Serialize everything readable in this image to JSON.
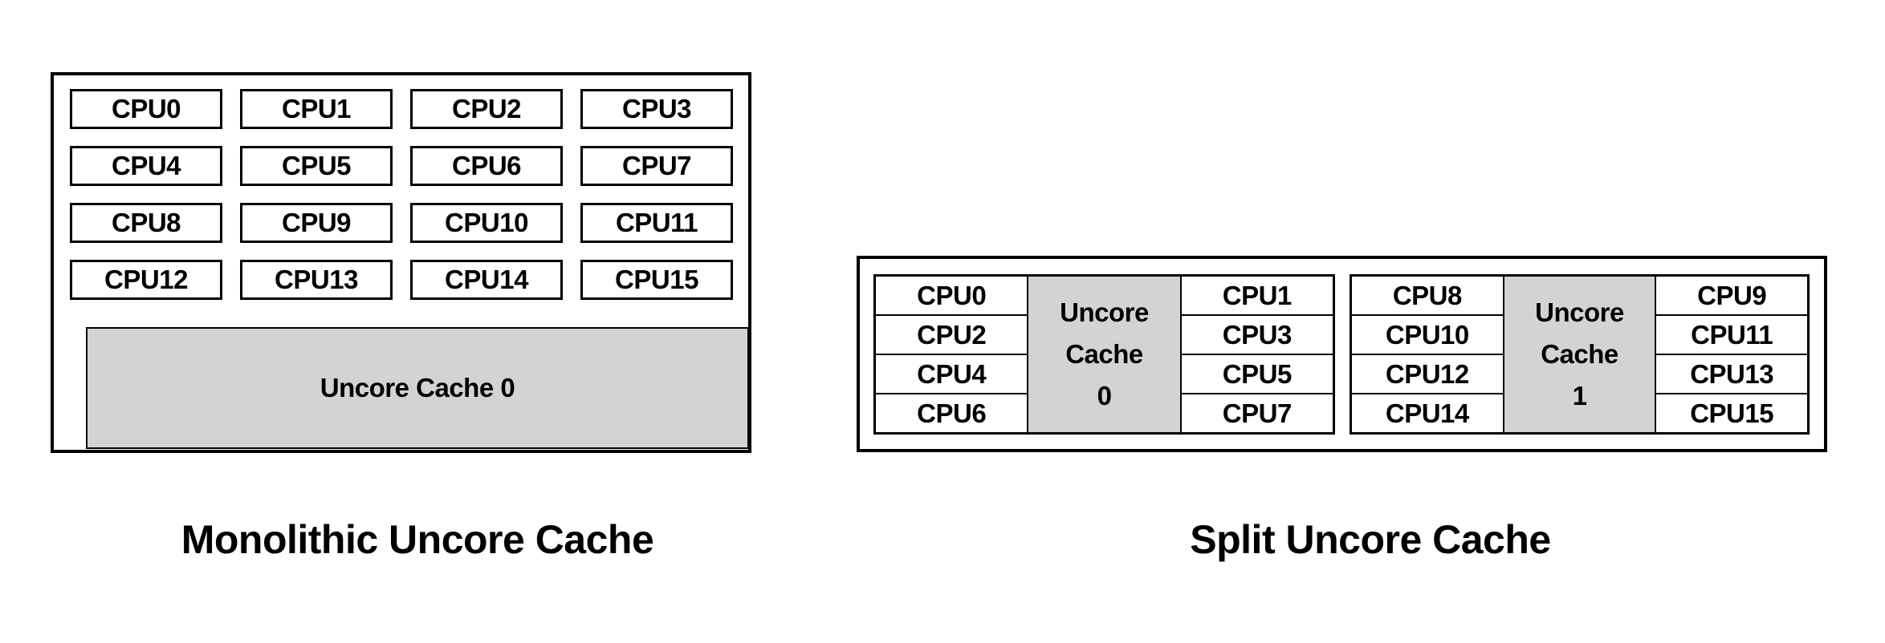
{
  "colors": {
    "background": "#ffffff",
    "line": "#000000",
    "text": "#000000",
    "cache_fill": "#d3d3d3",
    "cpu_fill": "#ffffff"
  },
  "monolithic": {
    "caption": "Monolithic Uncore Cache",
    "cache_label": "Uncore Cache 0",
    "cpus": [
      "CPU0",
      "CPU1",
      "CPU2",
      "CPU3",
      "CPU4",
      "CPU5",
      "CPU6",
      "CPU7",
      "CPU8",
      "CPU9",
      "CPU10",
      "CPU11",
      "CPU12",
      "CPU13",
      "CPU14",
      "CPU15"
    ]
  },
  "split": {
    "caption": "Split Uncore Cache",
    "groups": [
      {
        "left_cpus": [
          "CPU0",
          "CPU2",
          "CPU4",
          "CPU6"
        ],
        "cache_lines": [
          "Uncore",
          "Cache",
          "0"
        ],
        "right_cpus": [
          "CPU1",
          "CPU3",
          "CPU5",
          "CPU7"
        ]
      },
      {
        "left_cpus": [
          "CPU8",
          "CPU10",
          "CPU12",
          "CPU14"
        ],
        "cache_lines": [
          "Uncore",
          "Cache",
          "1"
        ],
        "right_cpus": [
          "CPU9",
          "CPU11",
          "CPU13",
          "CPU15"
        ]
      }
    ]
  }
}
